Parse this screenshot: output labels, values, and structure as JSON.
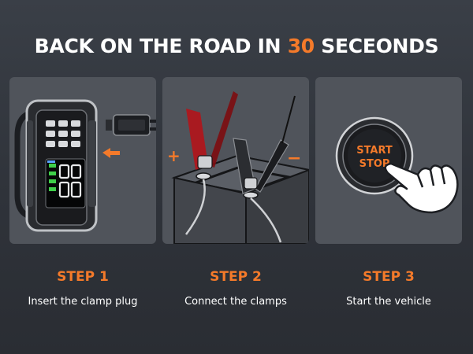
{
  "title": {
    "prefix": "BACK ON THE ROAD IN ",
    "highlight": "30",
    "suffix": " SECEONDS"
  },
  "colors": {
    "accent": "#f47a2a",
    "background": "#33373e",
    "panel": "#50545b"
  },
  "steps": [
    {
      "title": "STEP 1",
      "description": "Insert the clamp plug"
    },
    {
      "title": "STEP 2",
      "description": "Connect the clamps"
    },
    {
      "title": "STEP 3",
      "description": "Start the vehicle"
    }
  ],
  "illustrations": {
    "clamps": {
      "positive_sign": "+",
      "negative_sign": "−"
    },
    "button": {
      "line1": "START",
      "line2": "STOP"
    }
  },
  "icons": [
    "jump-starter-device-icon",
    "clamp-plug-icon",
    "arrow-left-icon",
    "battery-icon",
    "red-clamp-icon",
    "black-clamp-icon",
    "start-stop-button-icon",
    "pointing-hand-icon"
  ]
}
